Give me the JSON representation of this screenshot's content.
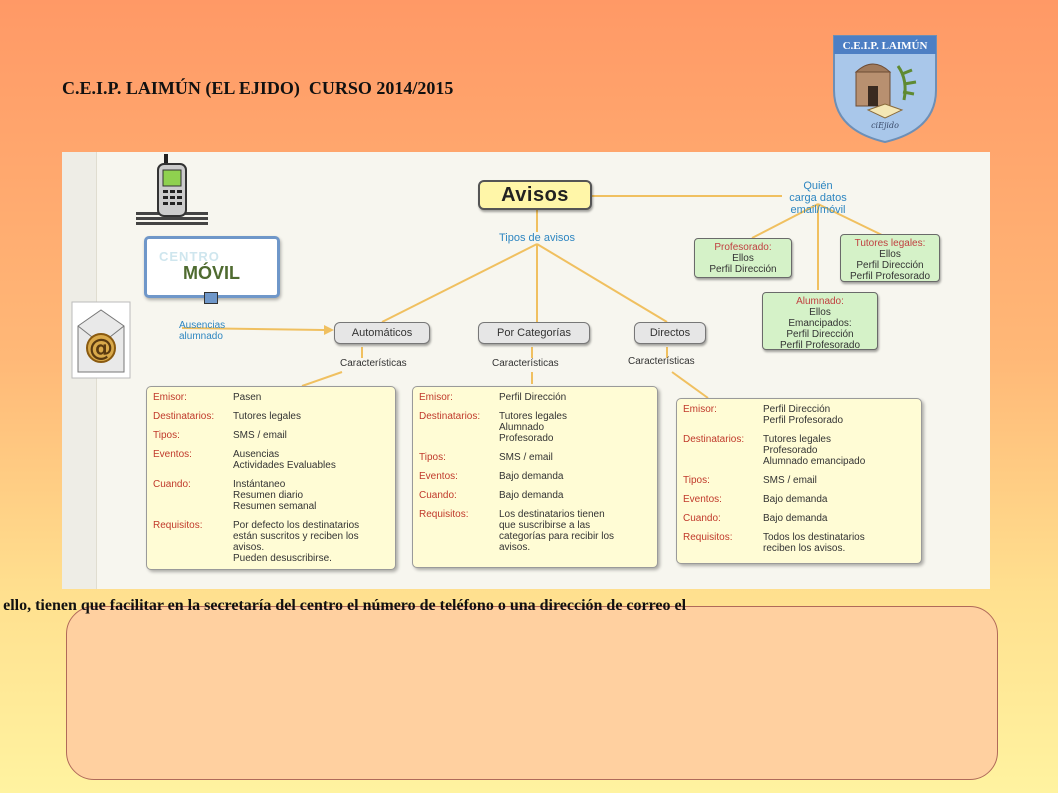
{
  "header": {
    "title": "C.E.I.P. LAIMÚN (EL EJIDO)  CURSO 2014/2015",
    "logo_text": "C.E.I.P. LAIMÚN",
    "logo_sign": "ciEjido"
  },
  "diagram": {
    "root": "Avisos",
    "tipos_label": "Tipos de avisos",
    "quien_label": "Quién\ncarga datos\nemail/móvil",
    "movil_label": "MÓVIL",
    "movil_ghost": "CENTRO",
    "ausencias_label": "Ausencias\nalumnado",
    "loaders": [
      {
        "title": "Profesorado:",
        "lines": "Ellos\nPerfil Dirección"
      },
      {
        "title": "Tutores legales:",
        "lines": "Ellos\nPerfil Dirección\nPerfil Profesorado"
      },
      {
        "title": "Alumnado:",
        "lines": "Ellos\nEmancipados:\nPerfil Dirección\nPerfil Profesorado"
      }
    ],
    "types": [
      "Automáticos",
      "Por Categorías",
      "Directos"
    ],
    "characteristics_label": "Características",
    "cards": [
      {
        "rows": [
          {
            "k": "Emisor:",
            "v": "Pasen"
          },
          {
            "k": "Destinatarios:",
            "v": "Tutores legales"
          },
          {
            "k": "Tipos:",
            "v": "SMS / email"
          },
          {
            "k": "Eventos:",
            "v": "Ausencias\nActividades Evaluables"
          },
          {
            "k": "Cuando:",
            "v": "Instántaneo\nResumen diario\nResumen semanal"
          },
          {
            "k": "Requisitos:",
            "v": "Por defecto los destinatarios\nestán suscritos y reciben los\navisos.\nPueden desuscribirse."
          }
        ]
      },
      {
        "rows": [
          {
            "k": "Emisor:",
            "v": "Perfil Dirección"
          },
          {
            "k": "Destinatarios:",
            "v": "Tutores legales\nAlumnado\nProfesorado"
          },
          {
            "k": "Tipos:",
            "v": "SMS / email"
          },
          {
            "k": "Eventos:",
            "v": "Bajo demanda"
          },
          {
            "k": "Cuando:",
            "v": "Bajo demanda"
          },
          {
            "k": "Requisitos:",
            "v": "Los destinatarios tienen\nque suscribirse a las\ncategorías para recibir los\navisos."
          }
        ]
      },
      {
        "rows": [
          {
            "k": "Emisor:",
            "v": "Perfil Dirección\nPerfil Profesorado"
          },
          {
            "k": "Destinatarios:",
            "v": "Tutores legales\nProfesorado\nAlumnado emancipado"
          },
          {
            "k": "Tipos:",
            "v": "SMS / email"
          },
          {
            "k": "Eventos:",
            "v": "Bajo demanda"
          },
          {
            "k": "Cuando:",
            "v": "Bajo demanda"
          },
          {
            "k": "Requisitos:",
            "v": "Todos los destinatarios\nreciben los avisos."
          }
        ]
      }
    ]
  },
  "footer_text": "ara ello, tienen que facilitar en la secretaría del centro el número de teléfono o una dirección de correo el",
  "colors": {
    "accent_red": "#c0392b",
    "link_blue": "#2e86c1",
    "note_yellow": "#fffcd5",
    "node_green": "#d5f2c8"
  }
}
